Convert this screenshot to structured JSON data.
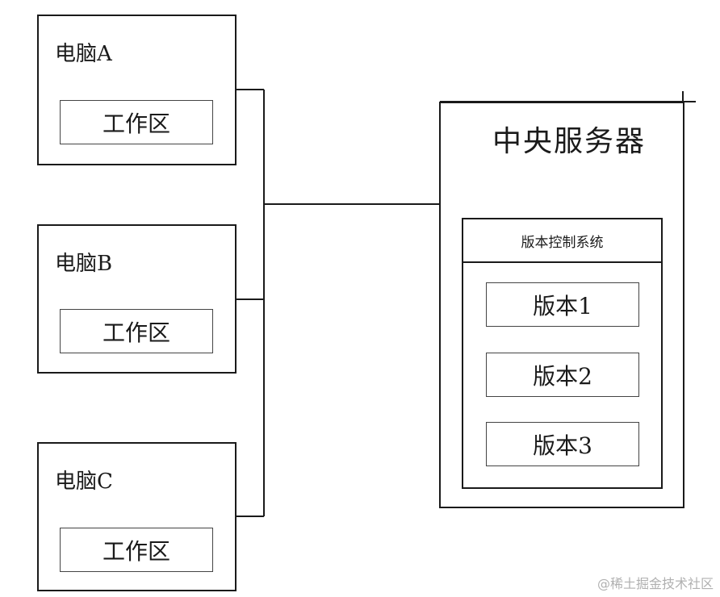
{
  "computers": [
    {
      "name": "电脑A",
      "workspace": "工作区"
    },
    {
      "name": "电脑B",
      "workspace": "工作区"
    },
    {
      "name": "电脑C",
      "workspace": "工作区"
    }
  ],
  "server": {
    "title": "中央服务器",
    "vcs": {
      "title": "版本控制系统",
      "versions": [
        "版本1",
        "版本2",
        "版本3"
      ]
    }
  },
  "watermark": "@稀土掘金技术社区",
  "colors": {
    "line": "#1a1a1a",
    "background": "#ffffff",
    "watermark": "#b0b0b0"
  }
}
